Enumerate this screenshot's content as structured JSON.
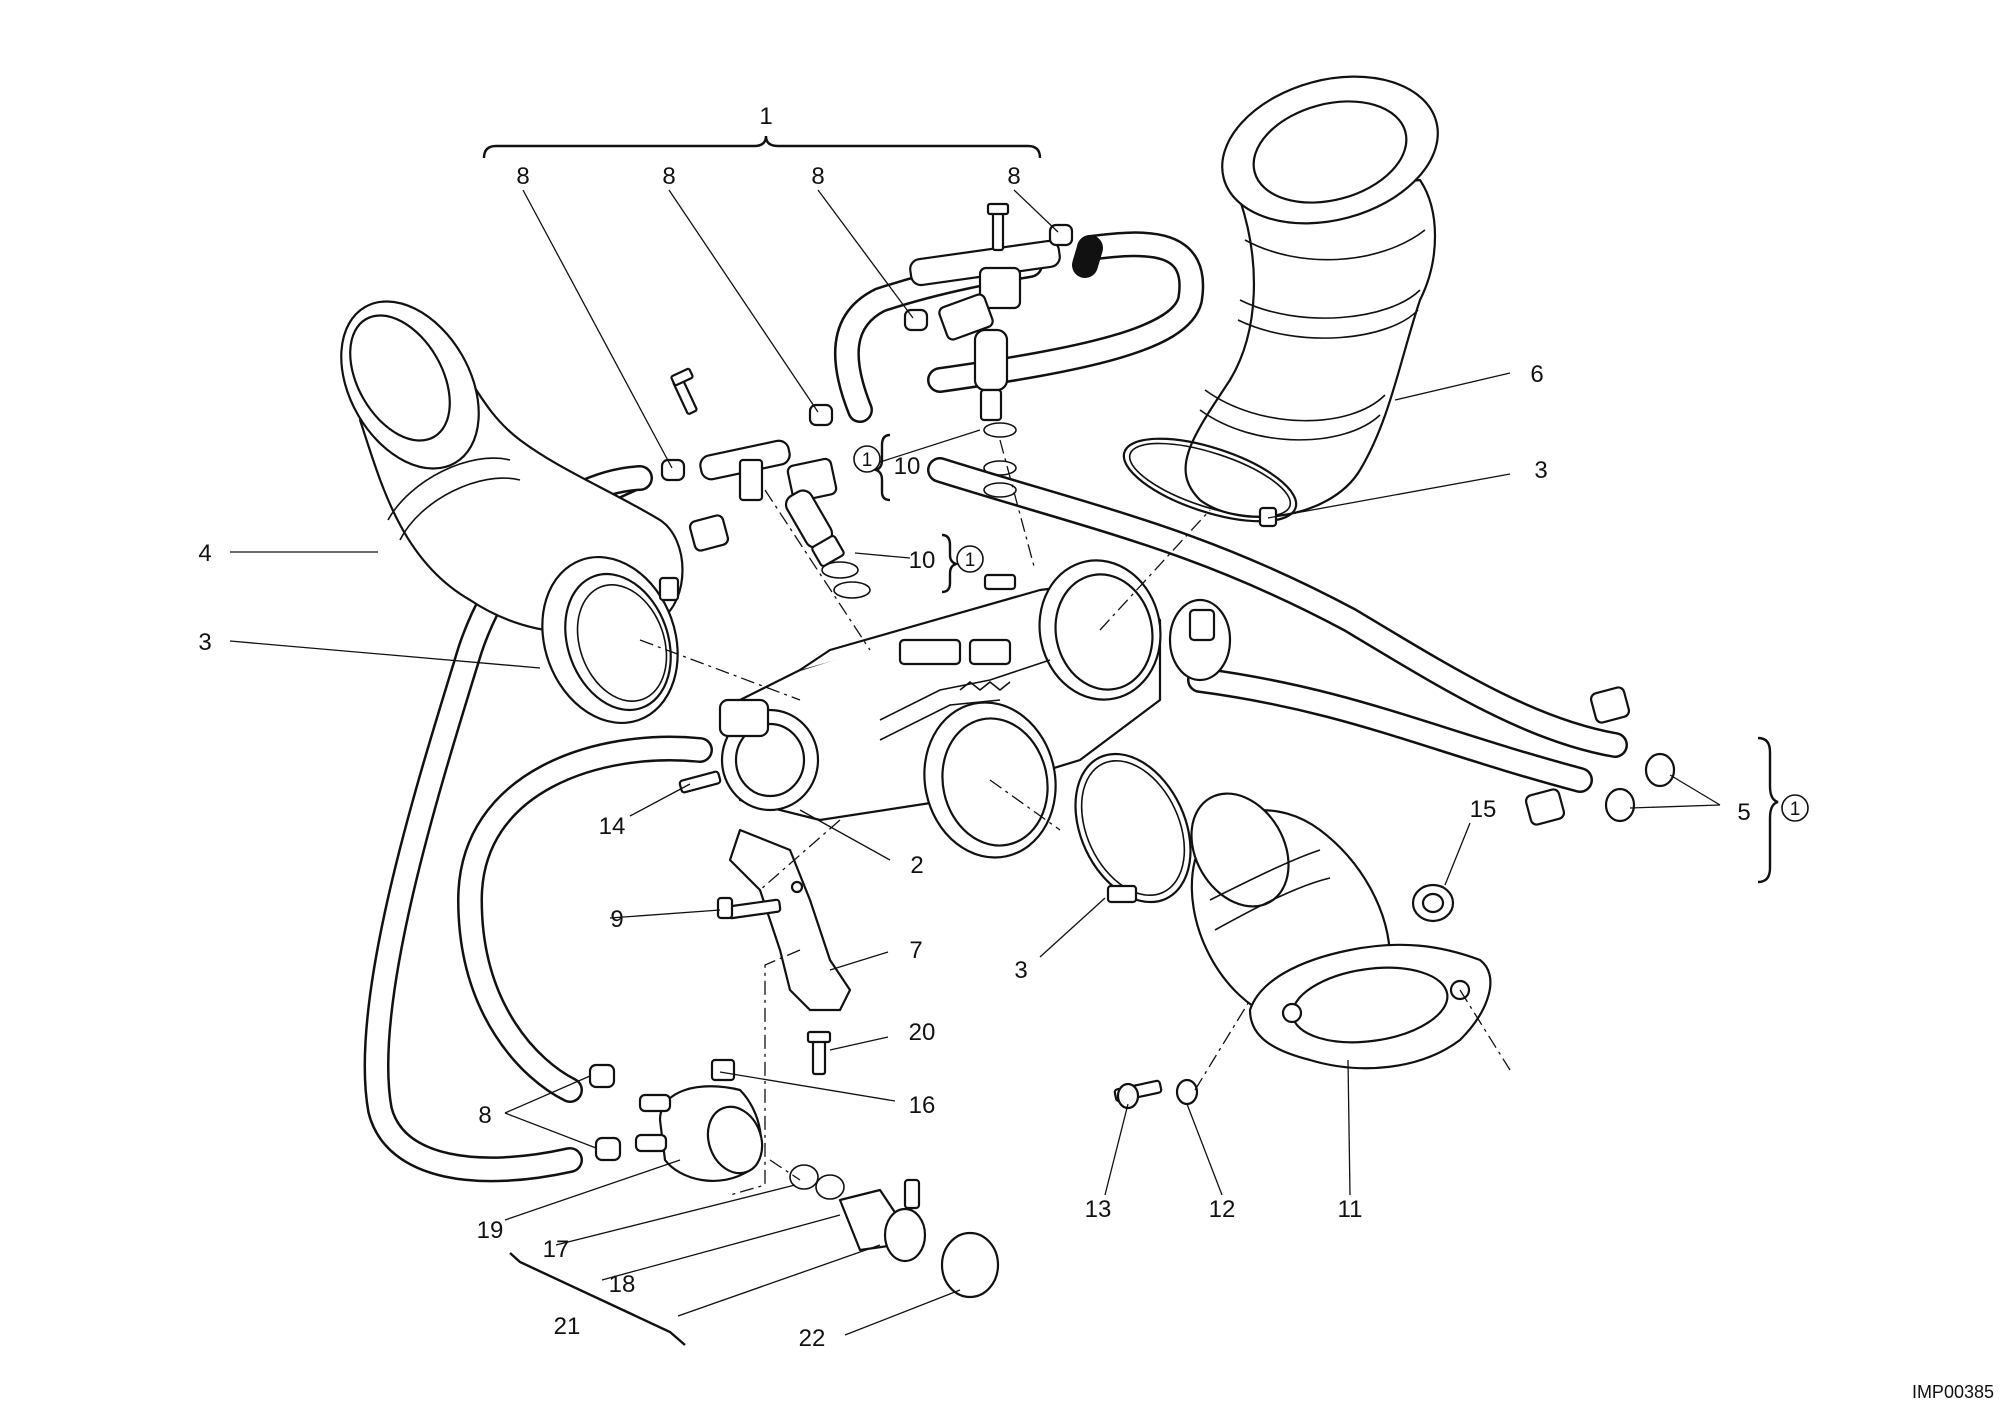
{
  "labels": {
    "l1": "1",
    "l2": "2",
    "l3": "3",
    "l4": "4",
    "l5": "5",
    "l6": "6",
    "l7": "7",
    "l8": "8",
    "l9": "9",
    "l10": "10",
    "l11": "11",
    "l12": "12",
    "l13": "13",
    "l14": "14",
    "l15": "15",
    "l16": "16",
    "l17": "17",
    "l18": "18",
    "l19": "19",
    "l20": "20",
    "l21": "21",
    "l22": "22",
    "circle_mark": "1"
  },
  "reference_code": "IMP00385"
}
